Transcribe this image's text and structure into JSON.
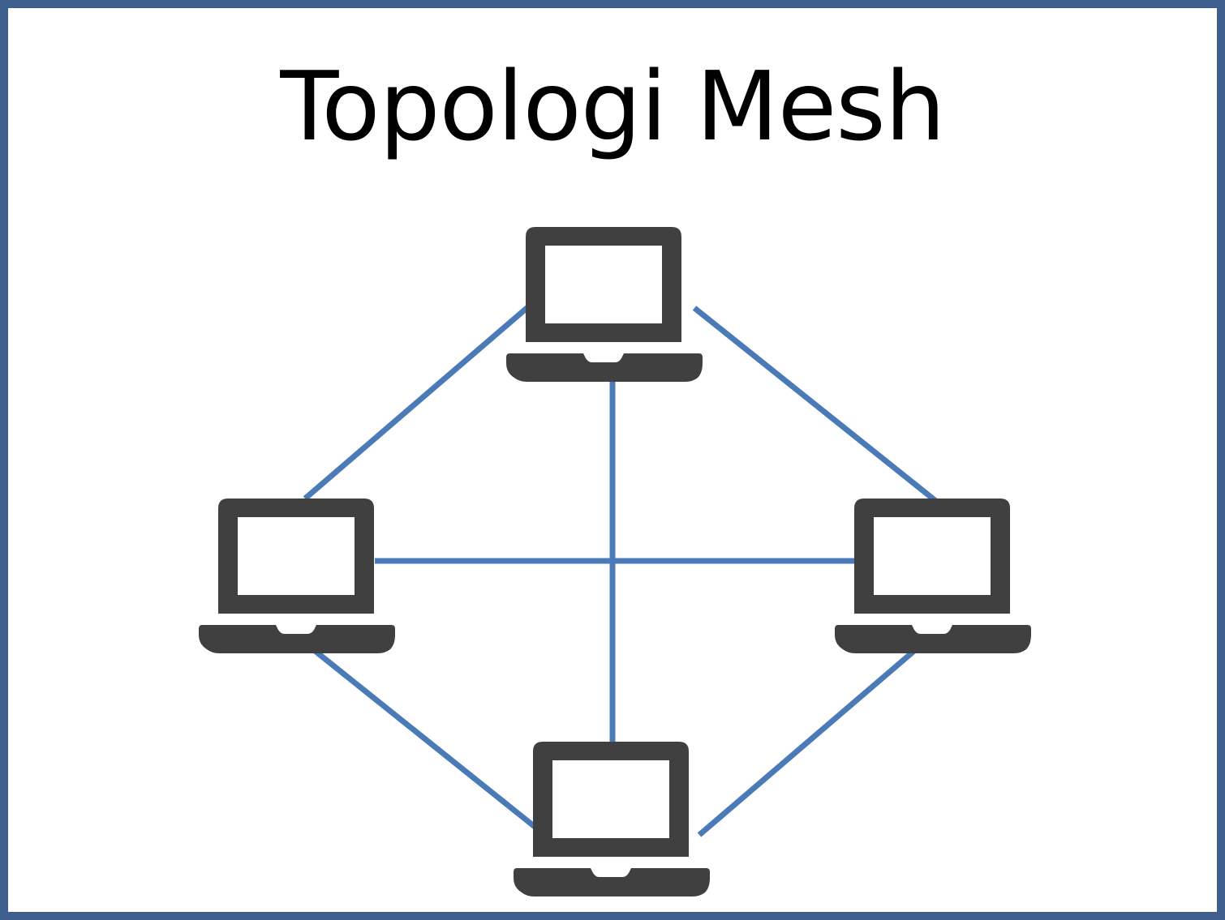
{
  "title": "Topologi Mesh",
  "colors": {
    "border": "#3e5f8e",
    "link": "#4a7ab8",
    "laptop": "#404040",
    "screen": "#ffffff"
  },
  "nodes": [
    {
      "id": "top",
      "icon": "laptop-icon"
    },
    {
      "id": "left",
      "icon": "laptop-icon"
    },
    {
      "id": "right",
      "icon": "laptop-icon"
    },
    {
      "id": "bottom",
      "icon": "laptop-icon"
    }
  ],
  "links": [
    [
      "top",
      "left"
    ],
    [
      "top",
      "right"
    ],
    [
      "top",
      "bottom"
    ],
    [
      "left",
      "right"
    ],
    [
      "left",
      "bottom"
    ],
    [
      "right",
      "bottom"
    ]
  ]
}
